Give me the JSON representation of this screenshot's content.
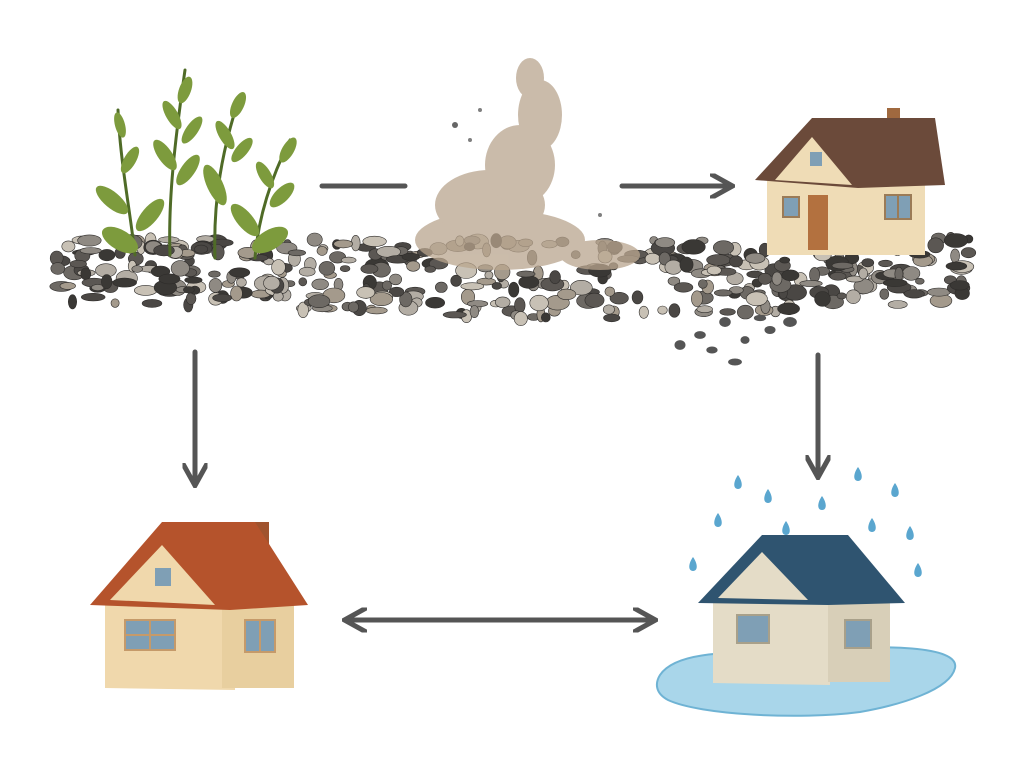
{
  "diagram": {
    "nodes": [
      {
        "id": "plants-on-gravel",
        "icon": "plants-icon"
      },
      {
        "id": "dust-erosion",
        "icon": "dust-cloud-icon"
      },
      {
        "id": "house-top-right",
        "icon": "house-icon"
      },
      {
        "id": "house-bottom-left",
        "icon": "house-icon"
      },
      {
        "id": "house-in-rain",
        "icon": "flooded-house-icon"
      }
    ],
    "edges": [
      {
        "from": "plants-on-gravel",
        "to": "dust-erosion",
        "style": "line"
      },
      {
        "from": "dust-erosion",
        "to": "house-top-right",
        "style": "arrow"
      },
      {
        "from": "plants-on-gravel",
        "to": "house-bottom-left",
        "style": "arrow"
      },
      {
        "from": "gravel-strip",
        "to": "house-in-rain",
        "style": "arrow"
      },
      {
        "from": "house-bottom-left",
        "to": "house-in-rain",
        "style": "double-arrow"
      }
    ]
  },
  "colors": {
    "arrow": "#555555",
    "roof_brown": "#6b4a3a",
    "roof_orange": "#b5532c",
    "roof_blue": "#2f5470",
    "wall": "#efdcb6",
    "window": "#7f9fb5",
    "water": "#a9d6ea",
    "rain": "#5aa6cf",
    "plant": "#6f8f3a",
    "dust": "#b9a58e"
  }
}
